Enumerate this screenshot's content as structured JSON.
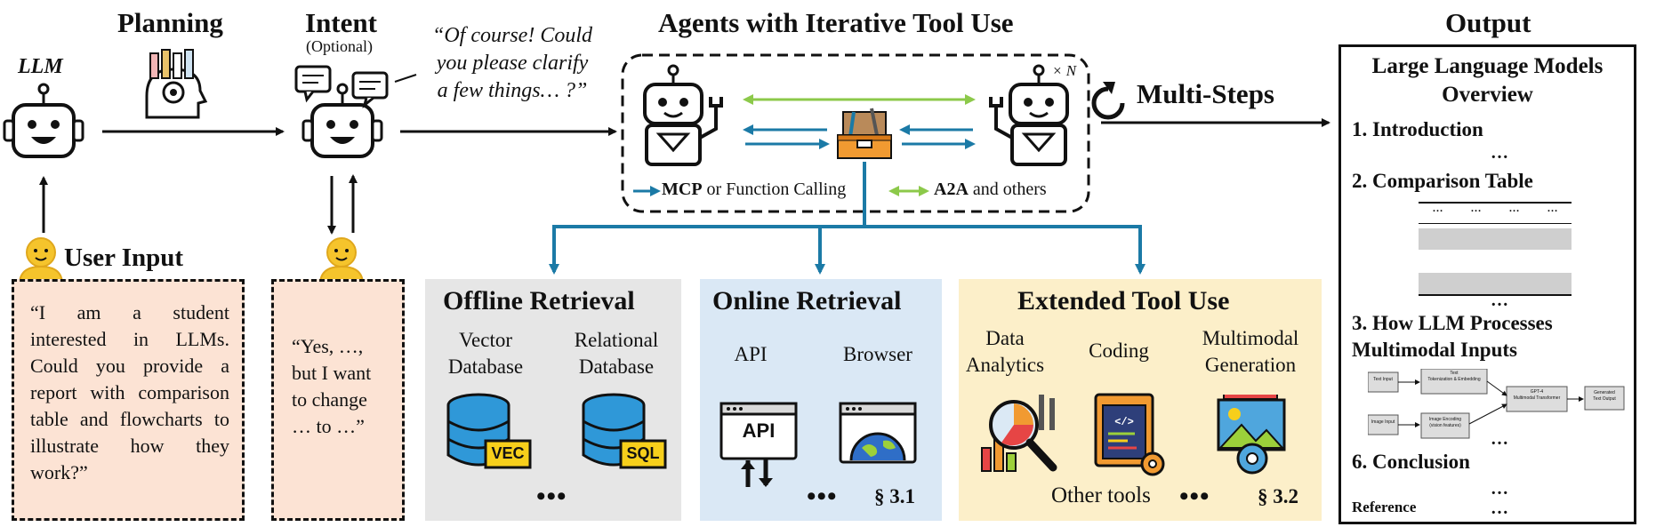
{
  "headers": {
    "planning": "Planning",
    "intent": "Intent",
    "intent_sub": "(Optional)",
    "agents": "Agents with Iterative Tool Use",
    "output": "Output"
  },
  "llm_label": "LLM",
  "clarify_quote": [
    "“Of course! Could",
    "you please clarify",
    "a few things… ?”"
  ],
  "user_input_label": "User Input",
  "user_query": "“I am a student interested in LLMs. Could you provide a report with comparison table and flowcharts to illustrate how they work?”",
  "user_followup": [
    "“Yes, …,",
    "but I want",
    "to change",
    "… to …”"
  ],
  "legend": {
    "mcp_bold": "MCP",
    "mcp_rest": "or Function Calling",
    "a2a_bold": "A2A",
    "a2a_rest": "and others"
  },
  "times_n": "× N",
  "multi_steps": "Multi-Steps",
  "offline": {
    "title": "Offline Retrieval",
    "vector": [
      "Vector",
      "Database"
    ],
    "relational": [
      "Relational",
      "Database"
    ],
    "vec_tag": "VEC",
    "sql_tag": "SQL",
    "ellipsis": "•••"
  },
  "online": {
    "title": "Online Retrieval",
    "api": "API",
    "browser": "Browser",
    "api_icon_text": "API",
    "ellipsis": "•••",
    "section": "§ 3.1"
  },
  "extended": {
    "title": "Extended Tool Use",
    "data_analytics": [
      "Data",
      "Analytics"
    ],
    "coding": "Coding",
    "multimodal": [
      "Multimodal",
      "Generation"
    ],
    "other_tools": "Other tools",
    "ellipsis": "•••",
    "section": "§ 3.2"
  },
  "output_doc": {
    "title": [
      "Large Language Models",
      "Overview"
    ],
    "s1": "1. Introduction",
    "s2": "2. Comparison Table",
    "s3": [
      "3. How LLM Processes",
      "Multimodal Inputs"
    ],
    "s6": "6. Conclusion",
    "reference": "Reference",
    "ellipsis": "…",
    "table_header_dots": [
      "…",
      "…",
      "…",
      "…"
    ],
    "flow": {
      "text_input": "Text Input",
      "text_tok": [
        "Text",
        "Tokenization & Embedding"
      ],
      "gpt4": [
        "GPT-4",
        "Multimodal Transformer"
      ],
      "generated": [
        "Generated",
        "Text Output"
      ],
      "image_input": "Image Input",
      "image_enc": [
        "Image Encoding",
        "(vision features)"
      ]
    }
  },
  "colors": {
    "blue_arrow": "#1b7aa6",
    "green_arrow": "#8cc94a",
    "offline_bg": "#e6e6e6",
    "online_bg": "#dae8f5",
    "extended_bg": "#fcefc9",
    "paper_bg": "#fce3d4",
    "user_yellow": "#f5c42c",
    "db_blue": "#2f98d8"
  }
}
